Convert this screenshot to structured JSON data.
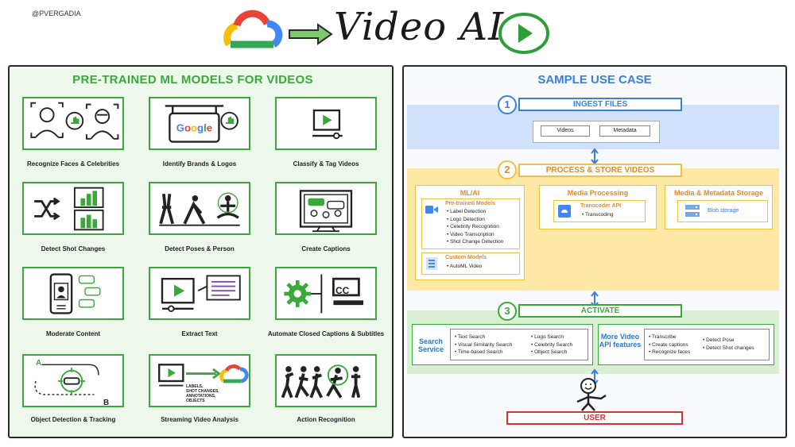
{
  "handle": "@PVERGADIA",
  "header": {
    "title": "Video AI"
  },
  "left_panel": {
    "title": "PRE-TRAINED ML MODELS FOR VIDEOS",
    "cards": [
      {
        "label": "Recognize Faces & Celebrities"
      },
      {
        "label": "Identify Brands & Logos",
        "sign_text": "Google"
      },
      {
        "label": "Classify & Tag Videos"
      },
      {
        "label": "Detect Shot Changes"
      },
      {
        "label": "Detect Poses & Person"
      },
      {
        "label": "Create Captions"
      },
      {
        "label": "Moderate Content"
      },
      {
        "label": "Extract Text"
      },
      {
        "label": "Automate Closed Captions & Subtitles",
        "badge": "CC"
      },
      {
        "label": "Object Detection & Tracking",
        "point_a": "A",
        "point_b": "B"
      },
      {
        "label": "Streaming Video Analysis",
        "annotation": [
          "LABELS,",
          "SHOT CHANGES,",
          "ANNOTATIONS,",
          "OBJECTS"
        ]
      },
      {
        "label": "Action Recognition"
      }
    ]
  },
  "right_panel": {
    "title": "SAMPLE USE CASE",
    "stage1": {
      "num": "1",
      "title": "INGEST FILES",
      "items": [
        "Videos",
        "Metadata"
      ]
    },
    "stage2": {
      "num": "2",
      "title": "PROCESS & STORE VIDEOS",
      "mlai": {
        "title": "ML/AI",
        "pretrained_title": "Pre-trained Models",
        "pretrained_items": [
          "Label Detection",
          "Logo Detection",
          "Celebrity Recognition",
          "Video Transcription",
          "Shot Change Detection"
        ],
        "custom_title": "Custom Models",
        "custom_items": [
          "AutoML Video"
        ]
      },
      "media": {
        "title": "Media Processing",
        "service": "Transcoder API",
        "items": [
          "Transcoding"
        ]
      },
      "storage": {
        "title": "Media & Metadata Storage",
        "service": "Blob storage"
      }
    },
    "stage3": {
      "num": "3",
      "title": "ACTIVATE",
      "search_title": "Search Service",
      "search_col1": [
        "Text Search",
        "Visual Similarity Search",
        "Time-based Search"
      ],
      "search_col2": [
        "Logo Search",
        "Celebrity Search",
        "Object Search"
      ],
      "features_title": "More Video API features",
      "features_col1": [
        "Transcribe",
        "Create captions",
        "Recognize faces"
      ],
      "features_col2": [
        "Detect Pose",
        "Detect Shot changes"
      ]
    },
    "user": {
      "label": "USER"
    }
  },
  "colors": {
    "green": "#3aa83a",
    "blue": "#3b7fd6",
    "orange": "#e08a2a",
    "red": "#d9322b",
    "yellow": "#f0c240"
  }
}
